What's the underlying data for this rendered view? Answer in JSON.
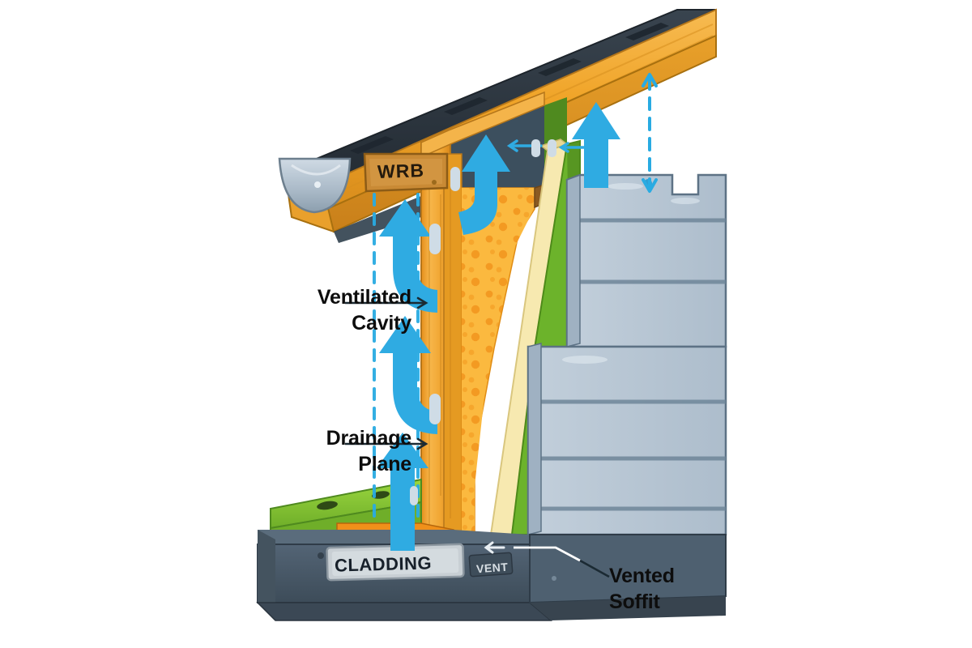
{
  "figure": {
    "title": "Ventilated Rainscreen Wall Assembly Cutaway",
    "background_color": "#ffffff"
  },
  "callouts": [
    {
      "id": "ventilated-cavity",
      "label": "Ventilated\nCavity",
      "text_color": "#0d0d0d"
    },
    {
      "id": "drainage-plane",
      "label": "Drainage\nPlane",
      "text_color": "#0d0d0d"
    },
    {
      "id": "vented-soffit",
      "label": "Vented\nSoffit",
      "text_color": "#0d0d0d"
    }
  ],
  "plaques": [
    {
      "id": "wrb",
      "label": "WRB",
      "surface": "fascia-board",
      "background_color": "#c98a35"
    },
    {
      "id": "cladding",
      "label": "CLADDING",
      "surface": "foundation-wall",
      "background_color": "#c8cfd4"
    },
    {
      "id": "vent",
      "label": "VENT",
      "surface": "foundation-return",
      "background_color": "#4a5a68"
    }
  ],
  "assembly_layers": [
    {
      "name": "roof-shingles",
      "color": "#2d3640"
    },
    {
      "name": "roof-fascia-board",
      "color": "#f0a830"
    },
    {
      "name": "gutter",
      "color": "#b3c2cf"
    },
    {
      "name": "soffit-cavity",
      "color": "#3c4f5e"
    },
    {
      "name": "wall-stud-framing",
      "color": "#f5a623"
    },
    {
      "name": "cavity-insulation",
      "color": "#fbb03b"
    },
    {
      "name": "weather-resistive-barrier",
      "color": "#f7e9b0"
    },
    {
      "name": "exterior-sheathing",
      "color": "#6cb32b"
    },
    {
      "name": "lap-siding-cladding",
      "color": "#b8c6d4"
    },
    {
      "name": "sill-ledger",
      "color": "#8cc63f"
    },
    {
      "name": "foundation",
      "color": "#4a5a68"
    }
  ],
  "airflow": {
    "arrow_color": "#29abe2",
    "guide_line_color": "#29abe2",
    "arrows": [
      {
        "name": "cavity-intake-bottom",
        "direction": "up"
      },
      {
        "name": "cavity-mid-lower",
        "direction": "up-hook"
      },
      {
        "name": "cavity-mid-upper",
        "direction": "up-hook"
      },
      {
        "name": "cavity-exhaust-soffit",
        "direction": "up-hook"
      },
      {
        "name": "siding-exterior-updraft",
        "direction": "up"
      },
      {
        "name": "wall-intake-horizontal",
        "direction": "left"
      },
      {
        "name": "eave-dimension",
        "direction": "double"
      }
    ]
  },
  "leader_lines": {
    "color": "#1b2a33",
    "color_over_dark": "#ffffff"
  }
}
